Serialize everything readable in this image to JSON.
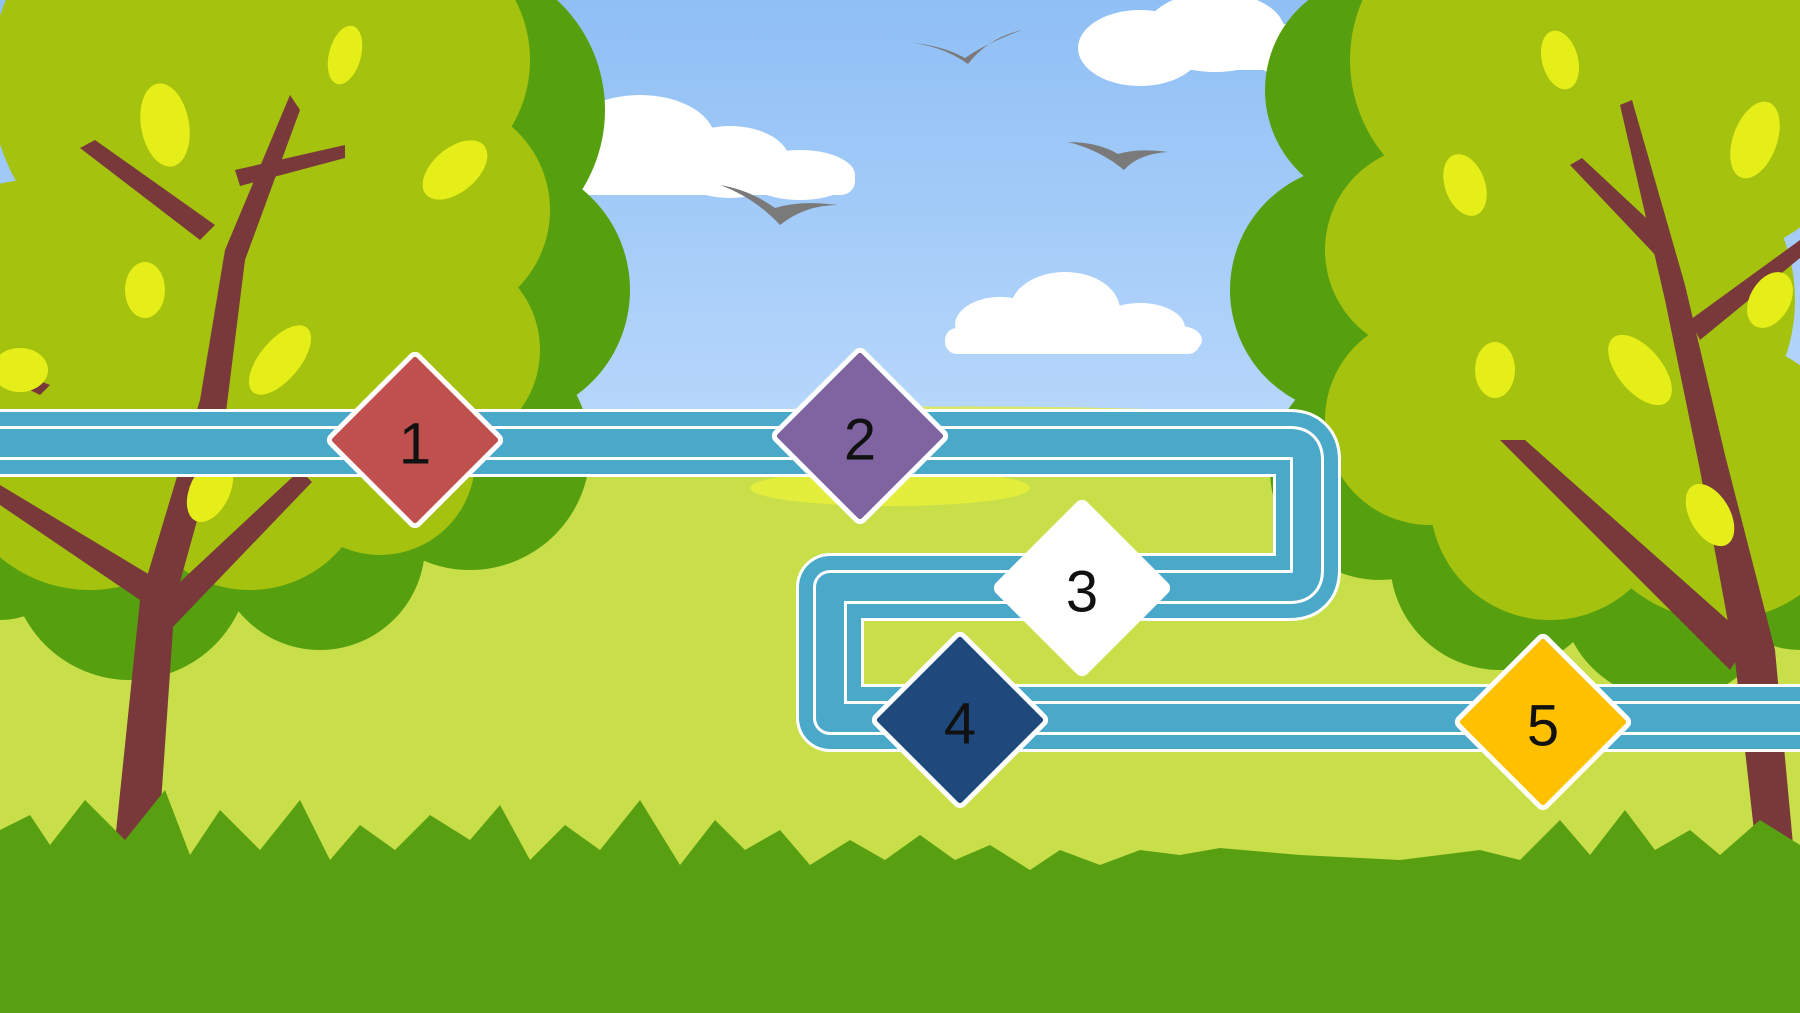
{
  "colors": {
    "sky_top": "#8fbff5",
    "sky_bottom": "#b9d8fb",
    "meadow": "#c9df4a",
    "hill": "#d8e86a",
    "grass_dark": "#58a012",
    "tree_light": "#a5c20e",
    "tree_dark": "#56a010",
    "trunk": "#79393b",
    "leaf": "#e6ee1a",
    "path": "#4aa9c9",
    "path_outline": "#ffffff",
    "bird": "#7a7a7a",
    "cloud": "#ffffff"
  },
  "nodes": [
    {
      "label": "1",
      "color": "#c0504d",
      "text_color": "#111111",
      "state": "available"
    },
    {
      "label": "2",
      "color": "#8064a2",
      "text_color": "#111111",
      "state": "available"
    },
    {
      "label": "3",
      "color": "#ffffff",
      "text_color": "#111111",
      "state": "available"
    },
    {
      "label": "4",
      "color": "#1f497d",
      "text_color": "#111111",
      "state": "available"
    },
    {
      "label": "5",
      "color": "#ffc000",
      "text_color": "#111111",
      "state": "available"
    }
  ]
}
